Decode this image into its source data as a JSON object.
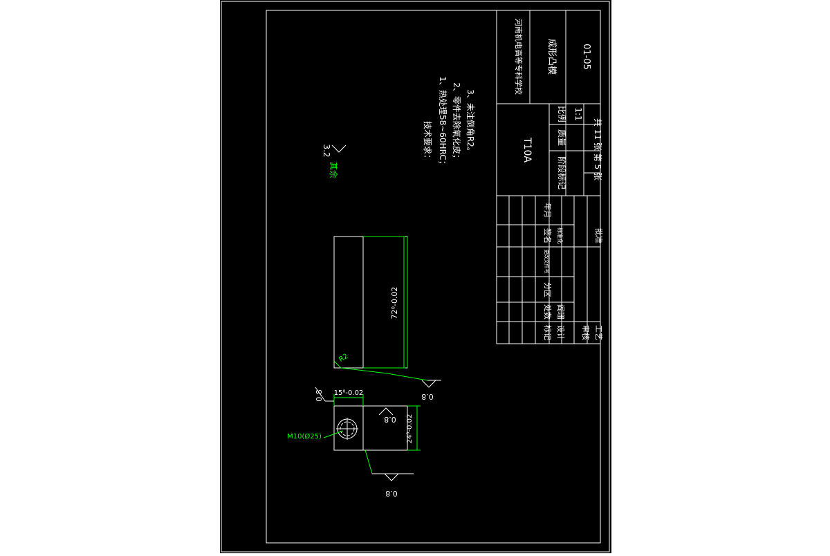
{
  "colors": {
    "background": "#000000",
    "line": "#ffffff",
    "dimension": "#00ff00",
    "accent": "#ffff00"
  },
  "title_block": {
    "school": "河南机电高等专科学校",
    "part_name": "成形凸模",
    "drawing_no": "01-05",
    "material": "T10A",
    "scale_label": "比例",
    "scale_value": "1:1",
    "weight_label": "质量",
    "stage_mark_label": "阶段标记",
    "sheet_info": "共 11 张 第 5 张",
    "row1": [
      "标记",
      "处数",
      "分区",
      "更改文件号",
      "签名",
      "年月"
    ],
    "row2": [
      "设计",
      "阎珊",
      "",
      "标准化",
      "",
      ""
    ],
    "row3": [
      "审核",
      ""
    ],
    "row4": [
      "工艺",
      "",
      "",
      "",
      "批准",
      ""
    ]
  },
  "tech_req": {
    "title": "技术要求：",
    "items": [
      "1、热处理58~60HRC；",
      "2、零件去除氧化皮；",
      "3、未注倒角R2。"
    ]
  },
  "roughness_general": {
    "value": "3.2",
    "label": "其余"
  },
  "dims": {
    "length": "72⁰-0.02",
    "radius": "R2",
    "width": "15⁰-0.02",
    "height": "24⁰-0.02",
    "thread": "M10(Ø25)"
  },
  "roughness_marks": [
    "0.8",
    "0.8",
    "0.8",
    "0.8"
  ]
}
